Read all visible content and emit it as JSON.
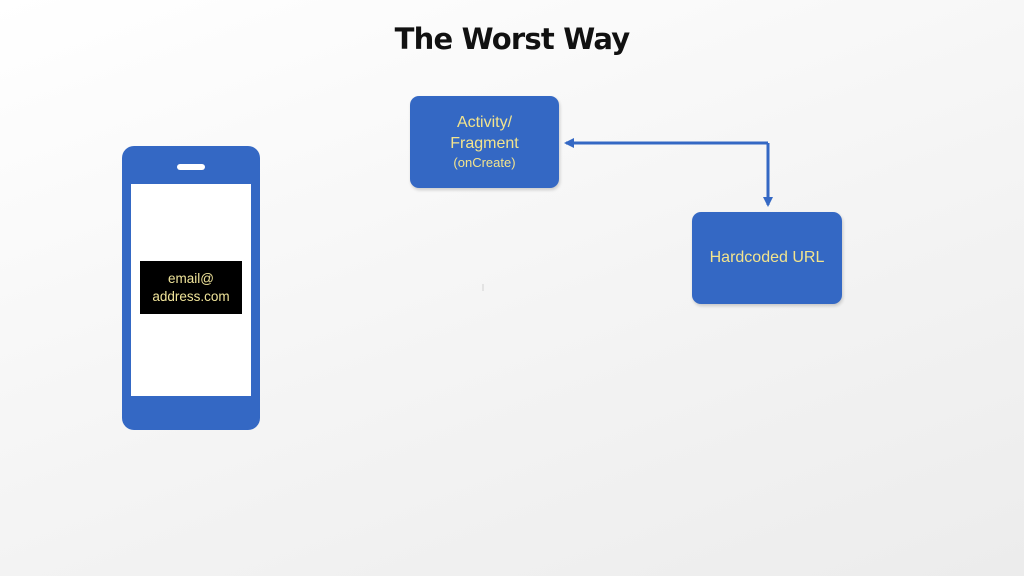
{
  "slide": {
    "title": "The Worst Way"
  },
  "phone": {
    "email_line1": "email@",
    "email_line2": "address.com"
  },
  "diagram": {
    "activity_node": {
      "line1": "Activity/",
      "line2": "Fragment",
      "line3": "(onCreate)"
    },
    "url_node": {
      "label": "Hardcoded URL"
    }
  },
  "colors": {
    "node_fill": "#3468c4",
    "node_text": "#f3e48d",
    "email_text": "#f0e49a",
    "arrow": "#3468c4"
  }
}
